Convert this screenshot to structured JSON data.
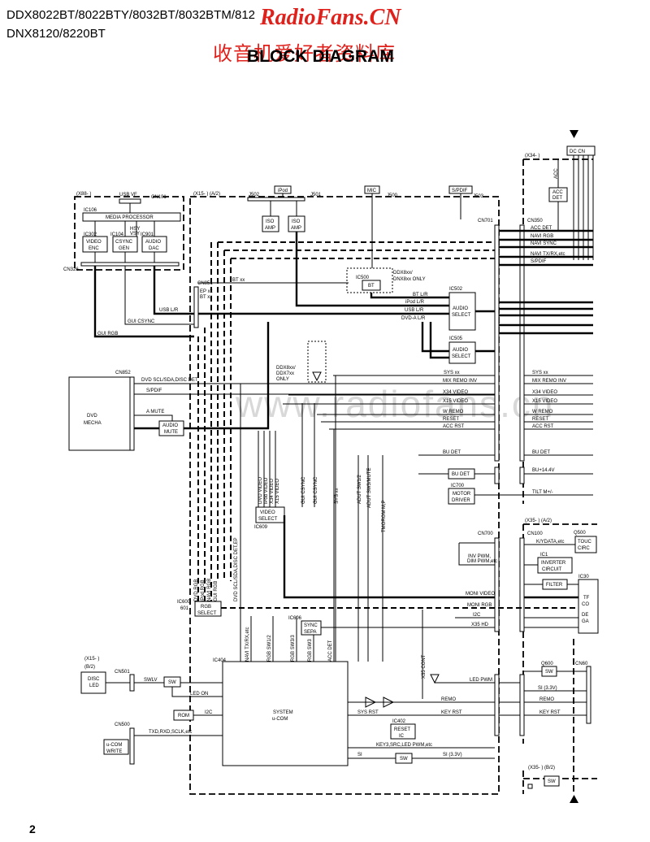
{
  "header": {
    "models_line1": "DDX8022BT/8022BTY/8032BT/8032BTM/812",
    "models_line2": "DNX8120/8220BT",
    "brand": "RadioFans.CN",
    "brand_cn": "收音机爱好者资料库",
    "title": "BLOCK DIAGRAM"
  },
  "watermark": "www.radiofans.cn",
  "page_number": "2",
  "units": {
    "x88": "(X88- )",
    "x15a2": "(X15- ) (A/2)",
    "x34": "(X34- )",
    "x35a2": "(X35- ) (A/2)",
    "x15b2_a": "(X15- )",
    "x15b2_b": "(B/2)",
    "x35b2": "(X35- ) (B/2)"
  },
  "connectors": {
    "usb_vf": "USB VF",
    "cn101": "CN101",
    "cn326": "CN326",
    "cn851": "CN851",
    "cn852": "CN852",
    "cn701": "CN701",
    "cn350": "CN350",
    "cn700": "CN700",
    "cn100": "CN100",
    "cn501": "CN501",
    "cn500": "CN500",
    "cn60": "CN60",
    "j502": "J502",
    "j501": "J501",
    "j500": "J500",
    "j503": "J503",
    "ipod": "iPod",
    "mic": "MIC",
    "spdif": "S/PDIF",
    "dc_cn": "DC CN"
  },
  "blocks": {
    "ic106": "IC106",
    "media_processor": "MEDIA PROCESSOR",
    "ic302": "IC302",
    "video_enc_1": "VIDEO",
    "video_enc_2": "ENC",
    "ic104": "IC104",
    "csync_1": "CSYNC",
    "csync_2": "GEN",
    "ic901": "IC901",
    "audio_dac_1": "AUDIO",
    "audio_dac_2": "DAC",
    "hsy": "HSY",
    "vsy": "VSY",
    "iso": "ISO",
    "amp": "AMP",
    "ic500": "IC500",
    "bt": "BT",
    "ddx8xx": "DDX8xx/",
    "dnx8xx_only": "DNX8xx ONLY",
    "ic502": "IC502",
    "ic505": "IC505",
    "audio_sel_1": "AUDIO",
    "audio_sel_2": "SELECT",
    "dvd_mecha_1": "DVD",
    "dvd_mecha_2": "MECHA",
    "audio_mute_1": "AUDIO",
    "audio_mute_2": "MUTE",
    "ddx8_1": "DDX8xx/",
    "ddx8_2": "DDX7xx",
    "ddx8_3": "ONLY",
    "video_sel_1": "VIDEO",
    "video_sel_2": "SELECT",
    "ic609": "IC609",
    "ic600": "IC600",
    "n601": "601",
    "rgb_sel_1": "RGB",
    "rgb_sel_2": "SELECT",
    "ic606": "IC606",
    "sync_1": "SYNC",
    "sync_2": "SEPA",
    "bu_det": "BU DET",
    "ic700": "IC700",
    "motor_1": "MOTOR",
    "motor_2": "DRIVER",
    "acc_det_1": "ACC",
    "acc_det_2": "DET",
    "ic404": "IC404",
    "sys_1": "SYSTEM",
    "sys_2": "u-COM",
    "rom": "ROM",
    "sw": "SW",
    "ic402": "IC402",
    "reset_1": "RESET",
    "reset_2": "IC",
    "disc_led_1": "DISC",
    "disc_led_2": "LED",
    "ucom_write_1": "u-COM",
    "ucom_write_2": "WRITE",
    "ic1": "IC1",
    "inverter_1": "INVERTER",
    "inverter_2": "CIRCUIT",
    "filter": "FILTER",
    "q500": "Q500",
    "touch_1": "TOUC",
    "touch_2": "CIRC",
    "ic30": "IC30",
    "q600": "Q600",
    "tft_1": "TF",
    "tft_2": "CO",
    "tft_3": "DE",
    "tft_4": "GA"
  },
  "signals": {
    "bt_xx": "BT xx",
    "ep_xx": "EP xx",
    "bt_xx2": "BT xx",
    "usb_lr": "USB L/R",
    "gui_csync": "GUI CSYNC",
    "gui_rgb": "GUI RGB",
    "bt_lr": "BT L/R",
    "ipod_lr": "iPod L/R",
    "usb_lr2": "USB L/R",
    "dvda_lr": "DVD-A L/R",
    "acc_det": "ACC DET",
    "navi_rgb": "NAVI RGB",
    "navi_sync": "NAVI SYNC",
    "navi_txrx": "NAVI TX/RX,etc",
    "spdif2": "S/PDIF",
    "acc": "ACC",
    "dvd_scl": "DVD SCL/SDA,DISC DET",
    "spdif3": "S/PDIF",
    "a_mute": "A MUTE",
    "sys_xx": "SYS xx",
    "mix_remo": "MIX REMO INV",
    "x34_video": "X34 VIDEO",
    "x15_video": "X15 VIDEO",
    "w_remo": "W REMO",
    "reset": "RESET",
    "acc_rst": "ACC RST",
    "sys_xx_r": "SYS xx",
    "mix_remo_r": "MIX REMO INV",
    "x34_video_r": "X34 VIDEO",
    "x15_video_r": "X15 VIDEO",
    "w_remo_r": "W REMO",
    "reset_r": "RESET",
    "acc_rst_r": "ACC RST",
    "bu_det2": "BU DET",
    "bu_det_r": "BU DET",
    "bu_14v": "BU+14.4V",
    "tilt": "TILT M+/-",
    "inv_pwm": "INV PWM,",
    "dim_pwm": "DIM PWM,etc",
    "moni_video": "MONI VIDEO",
    "moni_rgb": "MONI RGB",
    "i2c": "I2C",
    "x35_hd": "X35 HD",
    "kydata": "K/YDATA,etc",
    "reset2": "RESET",
    "si_33v": "SI (3.3V)",
    "led_pwm": "LED PWM",
    "remo": "REMO",
    "key_rst": "KEY RST",
    "si_33v_r": "SI (3.3V)",
    "remo_r": "REMO",
    "key_rst_r": "KEY RST",
    "sysrst": "SYS RST",
    "key3": "KEY3,SRC,LED PWM,etc",
    "si": "SI",
    "si_33v_b": "SI (3.3V)",
    "swlv": "SWLV",
    "led_on": "LED ON",
    "i2c2": "I2C",
    "txd": "TXD,RXD,SCLK,etc",
    "v_dvd_video": "DVD VIDEO",
    "v_ipod_video": "iPod VIDEO",
    "v_x34_video": "X34 VIDEO",
    "v_x15_video": "X15 VIDEO",
    "v_gui_csync": "GUI CSYNC",
    "v_gui_csync2": "GUI CSYNC",
    "v_sys_xx": "SYS xx",
    "v_adut_sw": "ADUT SW1/2",
    "v_adut_sw3": "ADUT SW3/MUTE",
    "v_tmorom": "TMOROM M,P",
    "v_dvd_rgb": "DVD RGB",
    "v_ipod_rgb": "iPod RGB",
    "v_navi_rgb": "NAVI RGB",
    "v_gui_rgb": "GUI RGB",
    "v_dvd_scl": "DVD SCL/SDA,DISC DET,EP",
    "v_navi_txrx": "NAVI TX/RX,etc",
    "v_rgb_sw12": "RGB SW1/2",
    "v_rgb_sw3": "RGB SW3/3",
    "v_rgb_sw3b": "RGB SW3",
    "v_acc_det": "ACC DET",
    "v_x35_cont": "X35 CONT"
  }
}
